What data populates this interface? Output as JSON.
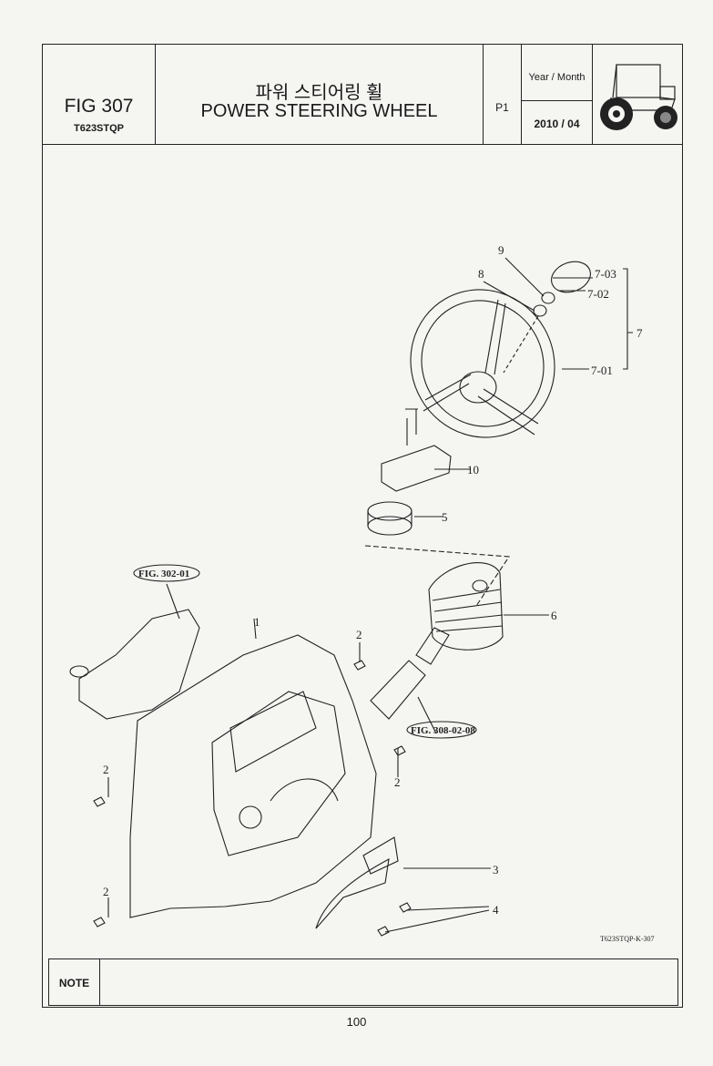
{
  "header": {
    "fig_number": "FIG 307",
    "model_code": "T623STQP",
    "title_kr": "파워 스티어링 휠",
    "title_en": "POWER STEERING WHEEL",
    "page_label": "P1",
    "date_label": "Year / Month",
    "date_value": "2010 / 04"
  },
  "callouts": {
    "c9": "9",
    "c8": "8",
    "c703": "7-03",
    "c702": "7-02",
    "c7": "7",
    "c701": "7-01",
    "c10": "10",
    "c5": "5",
    "c6": "6",
    "c1": "1",
    "c2a": "2",
    "c2b": "2",
    "c2c": "2",
    "c2d": "2",
    "c3": "3",
    "c4": "4"
  },
  "references": {
    "fig302": "FIG. 302-01",
    "fig308": "FIG. 308-02-08"
  },
  "drawing_code": "T623STQP-K-307",
  "note_label": "NOTE",
  "page_number": "100"
}
